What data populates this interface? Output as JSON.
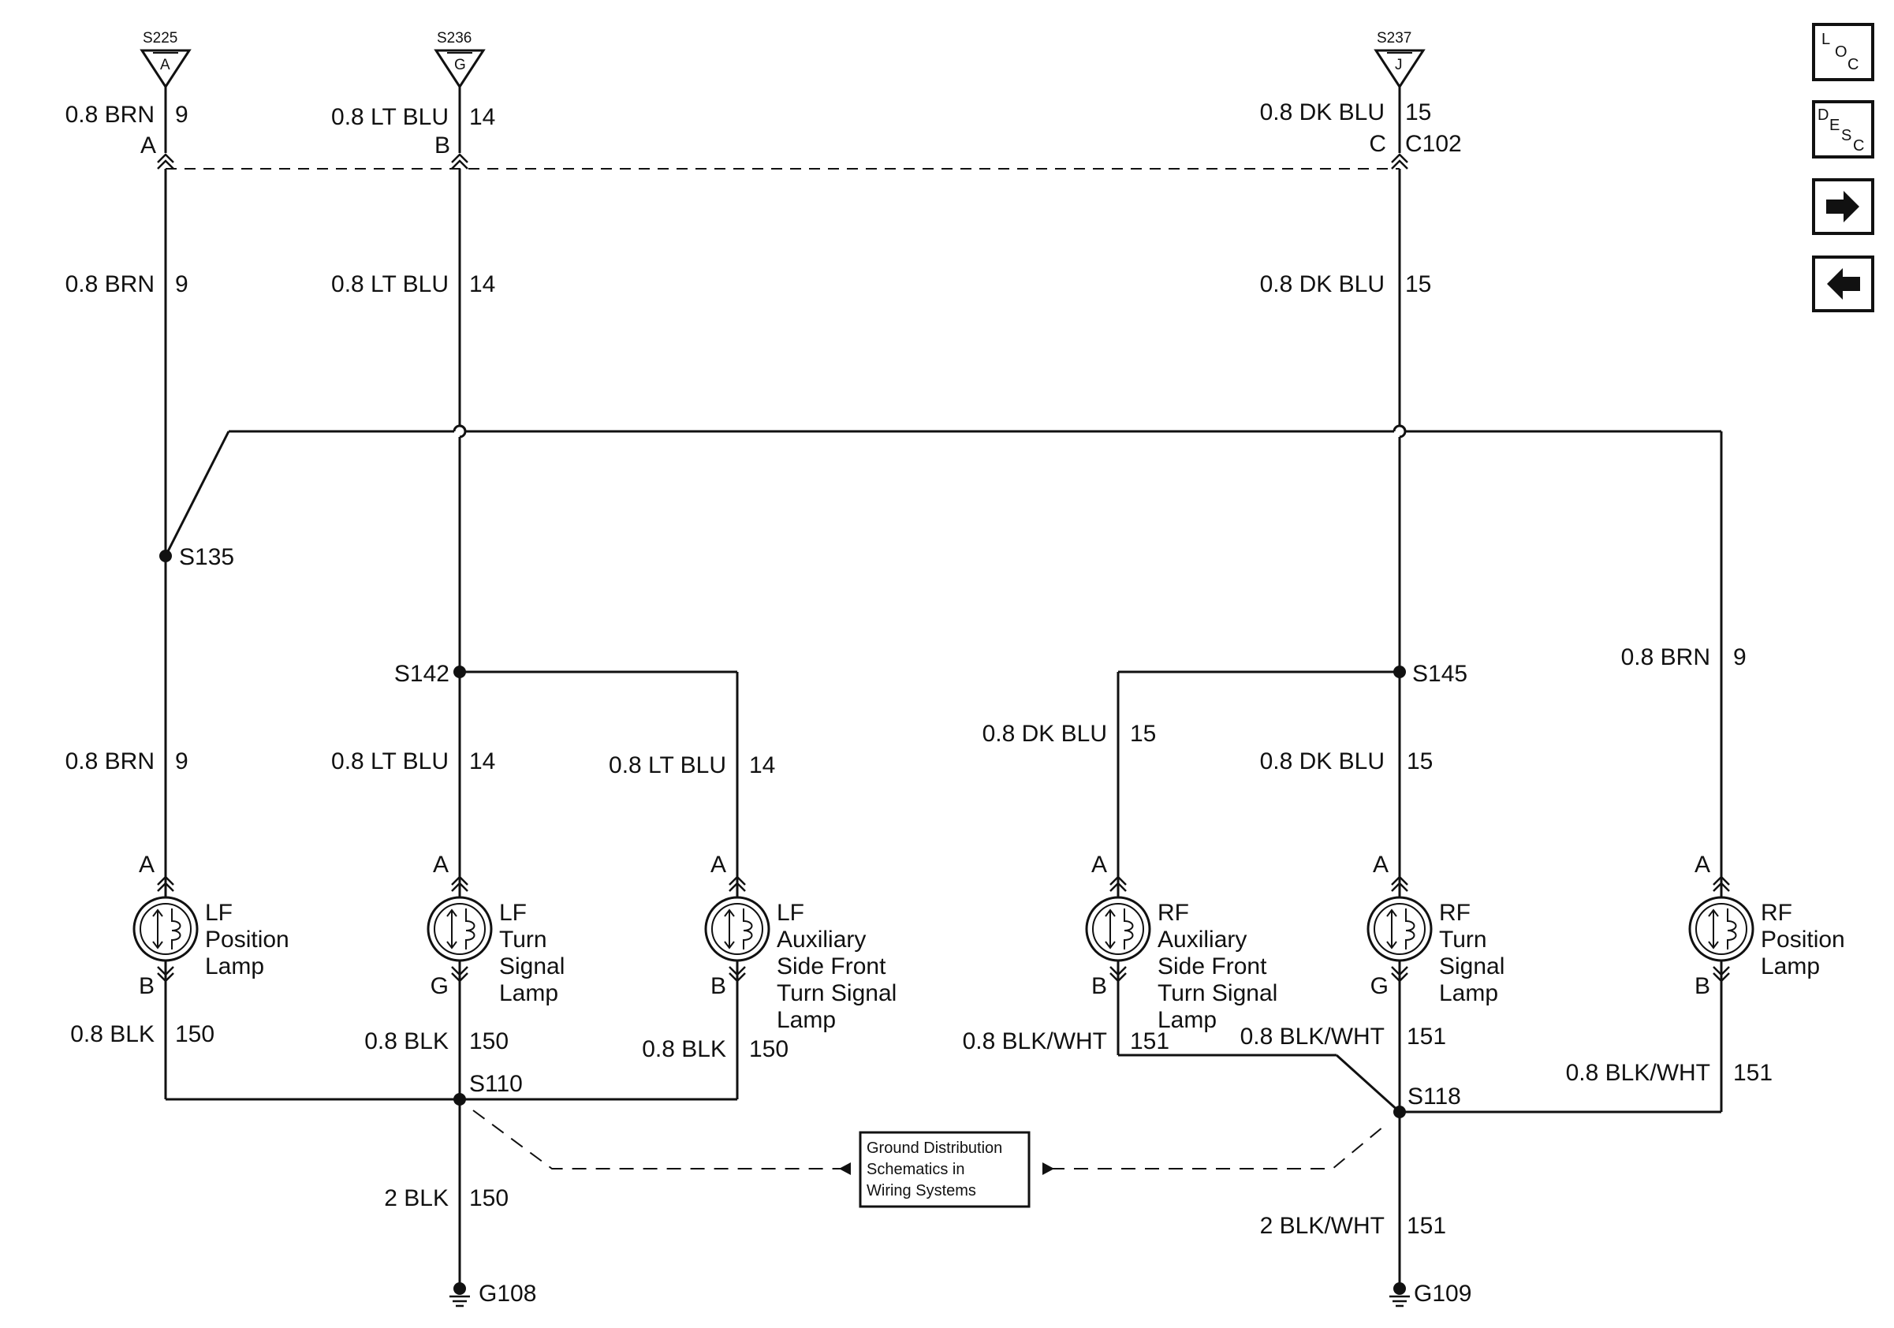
{
  "splices_top": [
    {
      "id": "S225",
      "letter": "A"
    },
    {
      "id": "S236",
      "letter": "G"
    },
    {
      "id": "S237",
      "letter": "J"
    }
  ],
  "wires_top": [
    {
      "gauge": "0.8 BRN",
      "circuit": "9",
      "pin": "A"
    },
    {
      "gauge": "0.8 LT BLU",
      "circuit": "14",
      "pin": "B"
    },
    {
      "gauge": "0.8 DK BLU",
      "circuit": "15",
      "pin": "C"
    }
  ],
  "connector": "C102",
  "wires_mid": [
    {
      "gauge": "0.8 BRN",
      "circuit": "9"
    },
    {
      "gauge": "0.8 LT BLU",
      "circuit": "14"
    },
    {
      "gauge": "0.8 DK BLU",
      "circuit": "15"
    }
  ],
  "splices": [
    "S135",
    "S142",
    "S145",
    "S110",
    "S118"
  ],
  "lamp_wires": [
    {
      "gauge": "0.8 BRN",
      "circuit": "9"
    },
    {
      "gauge": "0.8 LT BLU",
      "circuit": "14"
    },
    {
      "gauge": "0.8 LT BLU",
      "circuit": "14"
    },
    {
      "gauge": "0.8 DK BLU",
      "circuit": "15"
    },
    {
      "gauge": "0.8 DK BLU",
      "circuit": "15"
    },
    {
      "gauge": "0.8 BRN",
      "circuit": "9"
    }
  ],
  "lamps": [
    {
      "top_pin": "A",
      "bottom_pin": "B",
      "lines": [
        "LF",
        "Position",
        "Lamp"
      ]
    },
    {
      "top_pin": "A",
      "bottom_pin": "G",
      "lines": [
        "LF",
        "Turn",
        "Signal",
        "Lamp"
      ]
    },
    {
      "top_pin": "A",
      "bottom_pin": "B",
      "lines": [
        "LF",
        "Auxiliary",
        "Side Front",
        "Turn Signal",
        "Lamp"
      ]
    },
    {
      "top_pin": "A",
      "bottom_pin": "B",
      "lines": [
        "RF",
        "Auxiliary",
        "Side Front",
        "Turn Signal",
        "Lamp"
      ]
    },
    {
      "top_pin": "A",
      "bottom_pin": "G",
      "lines": [
        "RF",
        "Turn",
        "Signal",
        "Lamp"
      ]
    },
    {
      "top_pin": "A",
      "bottom_pin": "B",
      "lines": [
        "RF",
        "Position",
        "Lamp"
      ]
    }
  ],
  "ground_wires": [
    {
      "gauge": "0.8 BLK",
      "circuit": "150"
    },
    {
      "gauge": "0.8 BLK",
      "circuit": "150"
    },
    {
      "gauge": "0.8 BLK",
      "circuit": "150"
    },
    {
      "gauge": "0.8 BLK/WHT",
      "circuit": "151"
    },
    {
      "gauge": "0.8 BLK/WHT",
      "circuit": "151"
    },
    {
      "gauge": "0.8 BLK/WHT",
      "circuit": "151"
    }
  ],
  "ground_feeds": [
    {
      "gauge": "2 BLK",
      "circuit": "150",
      "ground": "G108"
    },
    {
      "gauge": "2 BLK/WHT",
      "circuit": "151",
      "ground": "G109"
    }
  ],
  "ground_box": [
    "Ground Distribution",
    "Schematics in",
    "Wiring Systems"
  ],
  "nav": {
    "loc": [
      "L",
      "O",
      "C"
    ],
    "desc": [
      "D",
      "E",
      "S",
      "C"
    ],
    "next_icon": "arrow-right-icon",
    "prev_icon": "arrow-left-icon"
  }
}
